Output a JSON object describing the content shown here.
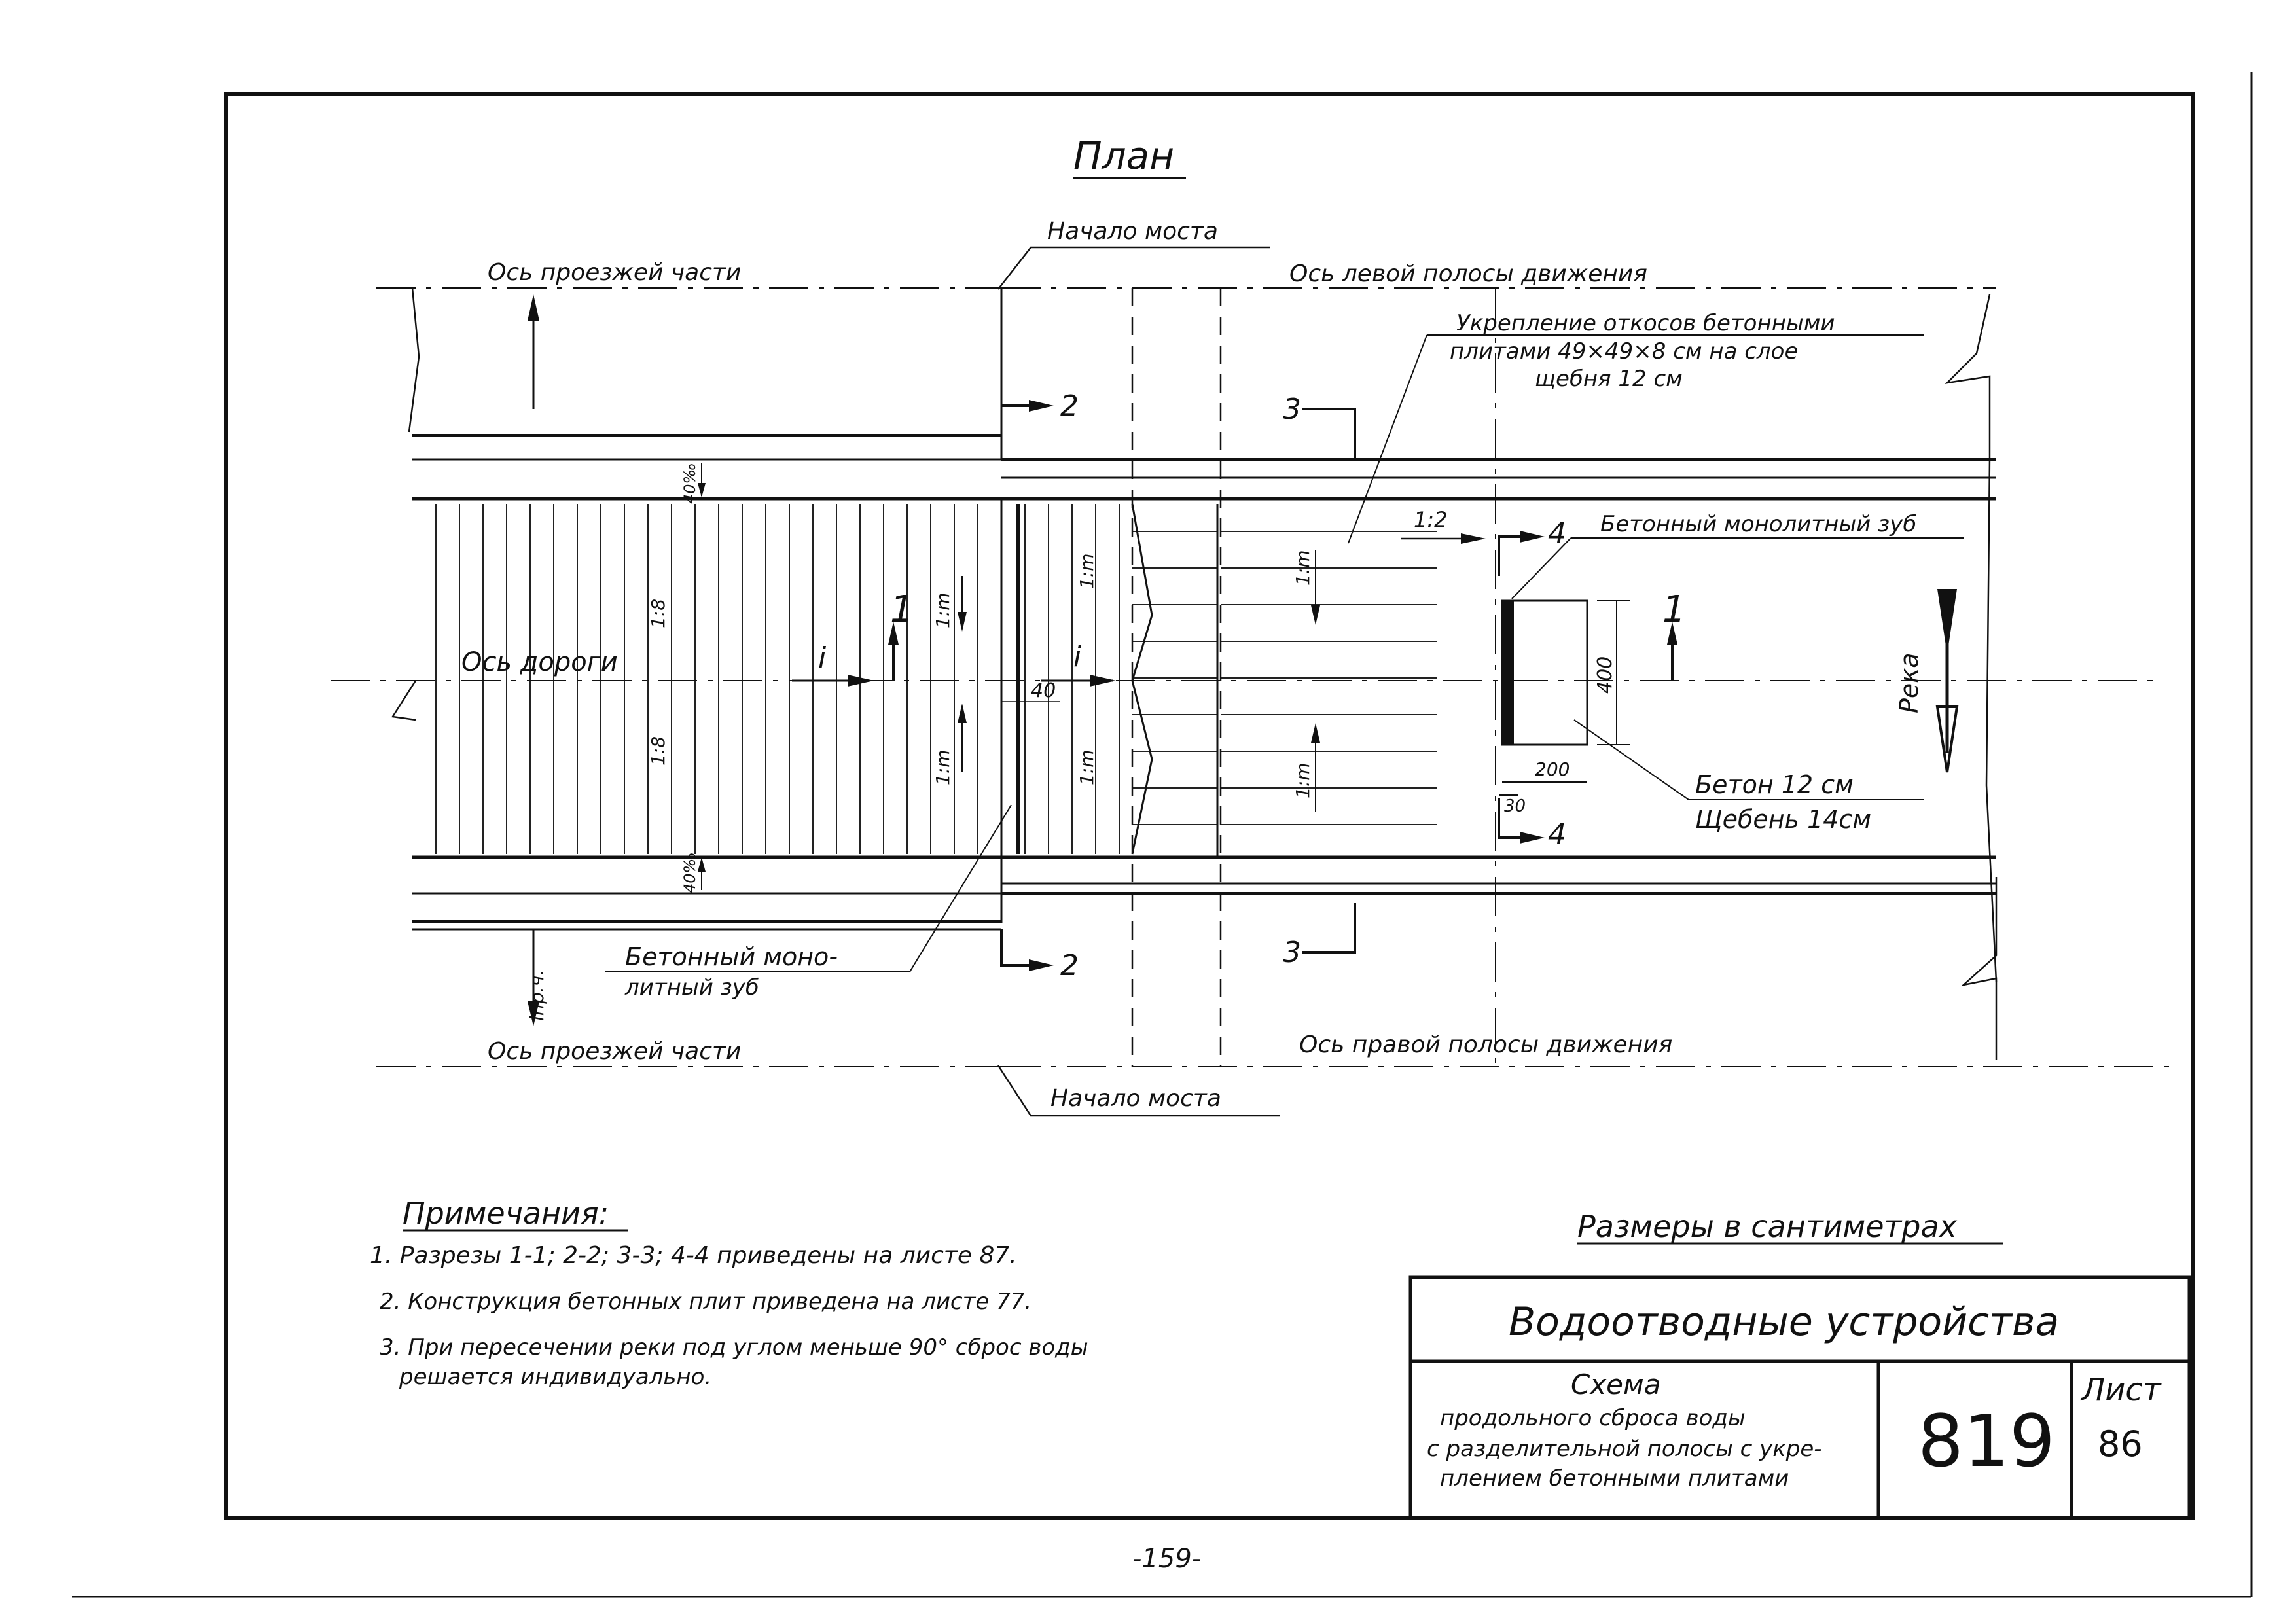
{
  "title": "План",
  "labels": {
    "bridge_start": "Начало моста",
    "carriageway_axis": "Ось проезжей части",
    "left_lane_axis": "Ось левой полосы движения",
    "right_lane_axis": "Ось правой полосы движения",
    "road_axis": "Ось дороги",
    "river": "Река",
    "slope_note_line1": "Укрепление откосов бетонными",
    "slope_note_line2": "плитами 49×49×8 см на слое",
    "slope_note_line3": "щебня 12 см",
    "concrete_tooth": "Бетонный монолитный зуб",
    "concrete_tooth_line1": "Бетонный моно-",
    "concrete_tooth_line2": "литный зуб",
    "concrete_layer": "Бетон 12 см",
    "gravel_layer": "Щебень 14см",
    "slope_1_8": "1:8",
    "slope_1_m": "1:m",
    "slope_1_2": "1:2",
    "slope_40": "40‰",
    "incline_i": "i",
    "incline_ipch": "iпр.ч.",
    "dim_40": "40",
    "dim_400": "400",
    "dim_200": "200",
    "dim_30": "30",
    "section_1": "1",
    "section_2": "2",
    "section_3": "3",
    "section_4": "4"
  },
  "notes": {
    "heading": "Примечания:",
    "item1": "1. Разрезы 1-1; 2-2; 3-3; 4-4 приведены на листе 87.",
    "item2": "2. Конструкция бетонных плит приведена на листе 77.",
    "item3_line1": "3. При пересечении реки под углом меньше 90° сброс воды",
    "item3_line2": "решается индивидуально."
  },
  "dimensions_note": "Размеры в сантиметрах",
  "title_block": {
    "main": "Водоотводные устройства",
    "desc_line1": "Схема",
    "desc_line2": "продольного сброса воды",
    "desc_line3": "с разделительной полосы с укре-",
    "desc_line4": "плением бетонными плитами",
    "code": "819",
    "sheet_label": "Лист",
    "sheet_number": "86"
  },
  "page_number": "-159-"
}
